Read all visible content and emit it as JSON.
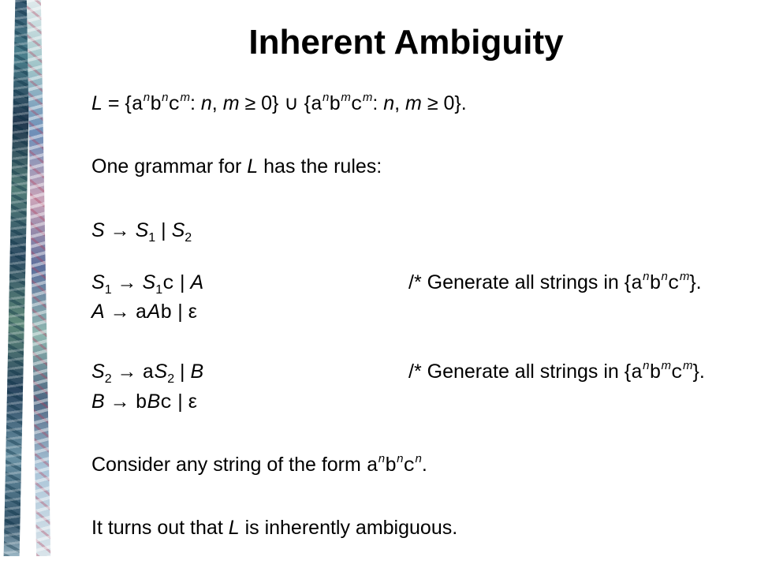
{
  "title": "Inherent Ambiguity",
  "definition": {
    "lhs": "L",
    "eq": " = {",
    "sep": ": ",
    "n": "n",
    "comma": ", ",
    "m": "m",
    "geq": " ≥ 0} ∪ {",
    "end": " ≥ 0}."
  },
  "intro": {
    "prefix": "One grammar for ",
    "L": "L",
    "suffix": " has the rules:"
  },
  "sym": {
    "S": "S",
    "S1": "S",
    "S2": "S",
    "A": "A",
    "B": "B",
    "sub1": "1",
    "sub2": "2",
    "arrow": " → ",
    "bar": " | ",
    "eps": "ε",
    "a": "a",
    "b": "b",
    "c": "c",
    "n": "n",
    "m": "m"
  },
  "rules": {
    "comment_prefix": "/* Generate all strings in {",
    "comment_suffix": "}."
  },
  "consider": {
    "text": "Consider any string of the form ",
    "end": "."
  },
  "conclusion": {
    "prefix": "It turns out that ",
    "L": "L",
    "suffix": " is inherently ambiguous."
  }
}
